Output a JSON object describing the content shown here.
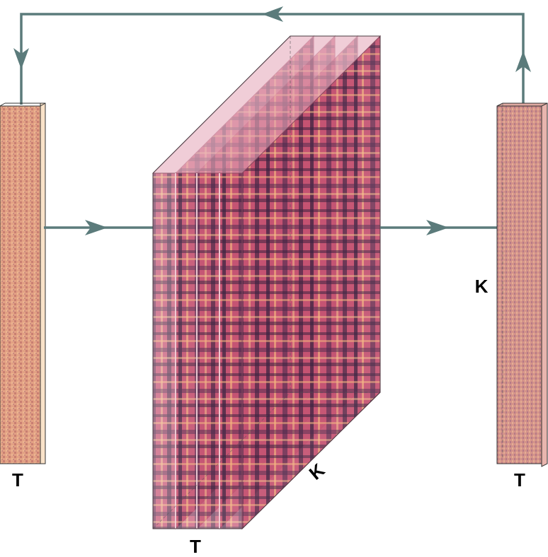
{
  "labels": {
    "left_bar_bottom": "T",
    "cube_bottom": "T",
    "cube_depth": "K",
    "right_bar_side": "K",
    "right_bar_bottom": "T"
  },
  "colors": {
    "arrow": "#5b7b7b",
    "left_bar_fill": "#e2a184",
    "left_bar_side": "#f9e2c8",
    "right_bar_fill": "#d4938a",
    "cube_fill": "#c55372",
    "cube_dark": "#3a2240",
    "cube_light": "#f2b07e"
  }
}
